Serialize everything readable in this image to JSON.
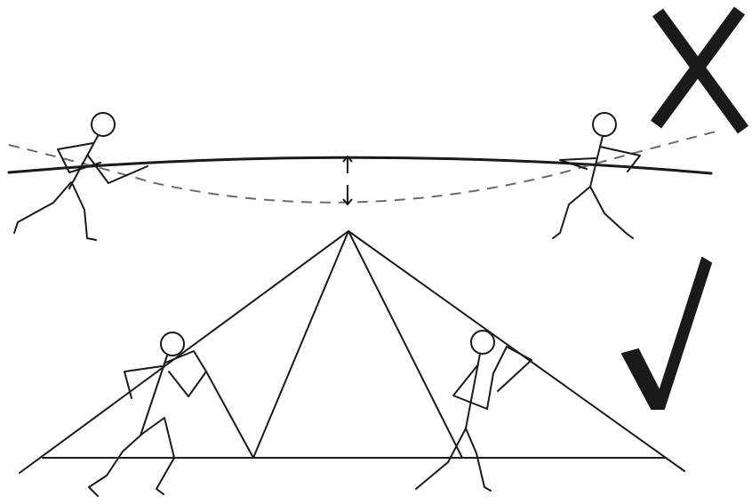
{
  "diagram": {
    "panels": [
      {
        "id": "tight-rope",
        "verdict": "wrong",
        "verdict_symbol": "cross"
      },
      {
        "id": "triangle-rope",
        "verdict": "correct",
        "verdict_symbol": "check"
      }
    ],
    "colors": {
      "ink": "#1a1a1a",
      "dashed_sag": "#6b6b6b",
      "background": "#ffffff"
    }
  }
}
